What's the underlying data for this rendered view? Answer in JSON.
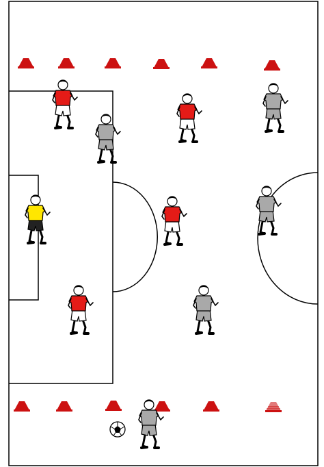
{
  "diagram": {
    "type": "soccer-training-drill",
    "orientation": "portrait",
    "colors": {
      "background": "#ffffff",
      "lines": "#000000",
      "cone": "#cc1111",
      "cone_light": "#e27a7a",
      "team_red_shirt": "#e41b17",
      "team_grey_shirt": "#a9a9a9",
      "goalkeeper_shirt": "#ffe600",
      "shorts_white": "#ffffff",
      "shorts_dark": "#222222",
      "skin": "#ffffff"
    },
    "cones": {
      "top_row_count": 6,
      "bottom_row_count": 6,
      "icon": "training-cone-icon"
    },
    "players": [
      {
        "id": "red-1",
        "team": "red",
        "icon": "player-red-icon"
      },
      {
        "id": "red-2",
        "team": "red",
        "icon": "player-red-icon"
      },
      {
        "id": "red-3",
        "team": "red",
        "icon": "player-red-icon"
      },
      {
        "id": "red-4",
        "team": "red",
        "icon": "player-red-icon"
      },
      {
        "id": "grey-1",
        "team": "grey",
        "icon": "player-grey-icon"
      },
      {
        "id": "grey-2",
        "team": "grey",
        "icon": "player-grey-icon"
      },
      {
        "id": "grey-3",
        "team": "grey",
        "icon": "player-grey-icon"
      },
      {
        "id": "grey-4",
        "team": "grey",
        "icon": "player-grey-icon"
      },
      {
        "id": "grey-5",
        "team": "grey",
        "icon": "player-grey-icon"
      },
      {
        "id": "goalkeeper",
        "team": "goalkeeper",
        "icon": "player-goalkeeper-icon"
      }
    ],
    "ball": {
      "icon": "soccer-ball-icon"
    }
  }
}
